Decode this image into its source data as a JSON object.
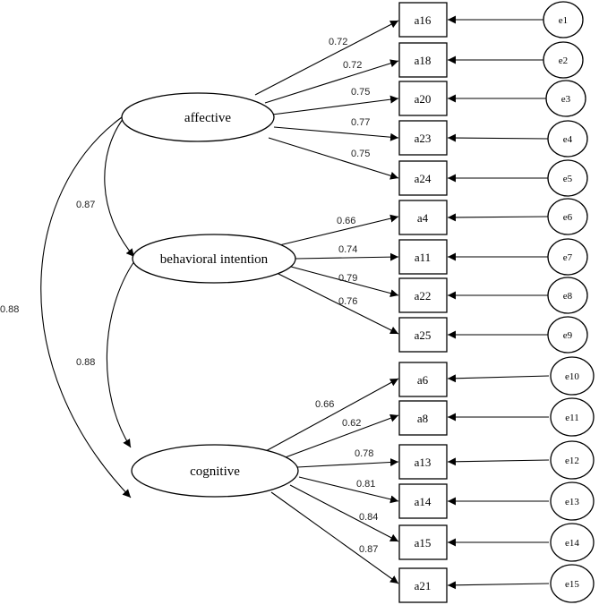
{
  "latents": [
    {
      "id": "affective",
      "label": "affective"
    },
    {
      "id": "behavioral",
      "label": "behavioral intention"
    },
    {
      "id": "cognitive",
      "label": "cognitive"
    }
  ],
  "indicators": [
    {
      "id": "a16",
      "label": "a16",
      "latent": "affective",
      "loading": "0.72",
      "error": "e1"
    },
    {
      "id": "a18",
      "label": "a18",
      "latent": "affective",
      "loading": "0.72",
      "error": "e2"
    },
    {
      "id": "a20",
      "label": "a20",
      "latent": "affective",
      "loading": "0.75",
      "error": "e3"
    },
    {
      "id": "a23",
      "label": "a23",
      "latent": "affective",
      "loading": "0.77",
      "error": "e4"
    },
    {
      "id": "a24",
      "label": "a24",
      "latent": "affective",
      "loading": "0.75",
      "error": "e5"
    },
    {
      "id": "a4",
      "label": "a4",
      "latent": "behavioral",
      "loading": "0.66",
      "error": "e6"
    },
    {
      "id": "a11",
      "label": "a11",
      "latent": "behavioral",
      "loading": "0.74",
      "error": "e7"
    },
    {
      "id": "a22",
      "label": "a22",
      "latent": "behavioral",
      "loading": "0.79",
      "error": "e8"
    },
    {
      "id": "a25",
      "label": "a25",
      "latent": "behavioral",
      "loading": "0.76",
      "error": "e9"
    },
    {
      "id": "a6",
      "label": "a6",
      "latent": "cognitive",
      "loading": "0.66",
      "error": "e10"
    },
    {
      "id": "a8",
      "label": "a8",
      "latent": "cognitive",
      "loading": "0.62",
      "error": "e11"
    },
    {
      "id": "a13",
      "label": "a13",
      "latent": "cognitive",
      "loading": "0.78",
      "error": "e12"
    },
    {
      "id": "a14",
      "label": "a14",
      "latent": "cognitive",
      "loading": "0.81",
      "error": "e13"
    },
    {
      "id": "a15",
      "label": "a15",
      "latent": "cognitive",
      "loading": "0.84",
      "error": "e14"
    },
    {
      "id": "a21",
      "label": "a21",
      "latent": "cognitive",
      "loading": "0.87",
      "error": "e15"
    }
  ],
  "correlations": [
    {
      "from": "affective",
      "to": "behavioral",
      "value": "0.87"
    },
    {
      "from": "behavioral",
      "to": "cognitive",
      "value": "0.88"
    },
    {
      "from": "affective",
      "to": "cognitive",
      "value": "0.88"
    }
  ]
}
